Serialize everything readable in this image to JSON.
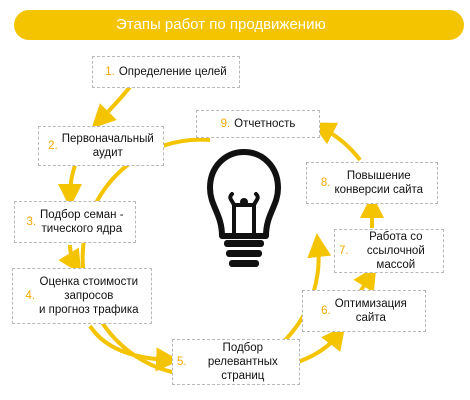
{
  "title": "Этапы работ по продвижению",
  "colors": {
    "accent": "#f5c400",
    "arrow": "#f5c400",
    "border": "#b8b8b8",
    "number": "#f5a800"
  },
  "center_icon": "lightbulb-icon",
  "steps": [
    {
      "num": "1.",
      "label": "Определение целей"
    },
    {
      "num": "2.",
      "label": "Первоначальный\nаудит"
    },
    {
      "num": "3.",
      "label": "Подбор семан -\nтического ядра"
    },
    {
      "num": "4.",
      "label": "Оценка стоимости\nзапросов\nи прогноз трафика"
    },
    {
      "num": "5.",
      "label": "Подбор релевантных\nстраниц"
    },
    {
      "num": "6.",
      "label": "Оптимизация\nсайта"
    },
    {
      "num": "7.",
      "label": "Работа со\nссылочной массой"
    },
    {
      "num": "8.",
      "label": "Повышение\nконверсии сайта"
    },
    {
      "num": "9.",
      "label": "Отчетность"
    }
  ]
}
